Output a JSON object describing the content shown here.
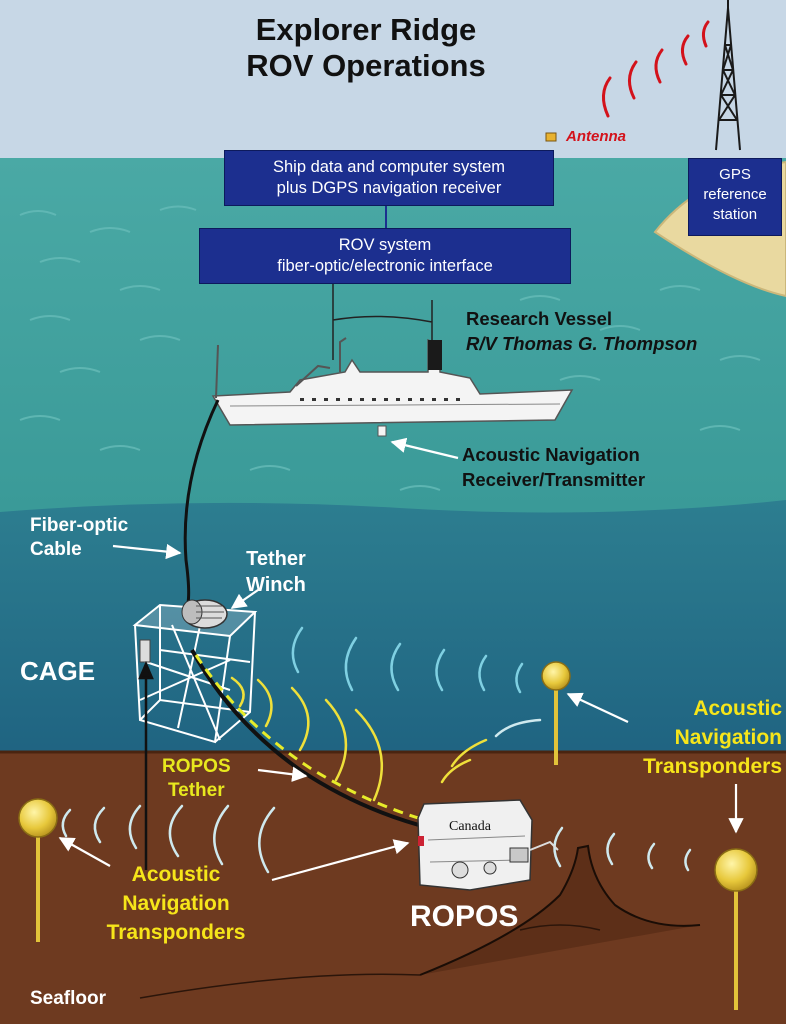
{
  "title": {
    "line1": "Explorer Ridge",
    "line2": "ROV Operations"
  },
  "ship_system": {
    "line1": "Ship data and computer system",
    "line2": "plus DGPS navigation receiver"
  },
  "rov_system": {
    "line1": "ROV system",
    "line2": "fiber-optic/electronic interface"
  },
  "gps_station": {
    "line1": "GPS",
    "line2": "reference",
    "line3": "station"
  },
  "antenna_label": "Antenna",
  "vessel": {
    "line1": "Research Vessel",
    "line2": "R/V Thomas G. Thompson"
  },
  "ship_acoustic": {
    "line1": "Acoustic Navigation",
    "line2": "Receiver/Transmitter"
  },
  "fiber_optic": {
    "line1": "Fiber-optic",
    "line2": "Cable"
  },
  "tether_winch": {
    "line1": "Tether",
    "line2": "Winch"
  },
  "cage_label": "CAGE",
  "ropos_tether": {
    "line1": "ROPOS",
    "line2": "Tether"
  },
  "transponders_right": {
    "line1": "Acoustic",
    "line2": "Navigation",
    "line3": "Transponders"
  },
  "transponders_left": {
    "line1": "Acoustic",
    "line2": "Navigation",
    "line3": "Transponders"
  },
  "rov_brand": "Canada",
  "ropos_label": "ROPOS",
  "seafloor_label": "Seafloor",
  "colors": {
    "sky": "#c5d6e5",
    "surface_water": "#3f9f9d",
    "deep_water": "#266f87",
    "seafloor": "#6f3a20",
    "box": "#1c2f8f",
    "yellow_label": "#f6e51a",
    "antenna_red": "#d3121b"
  }
}
